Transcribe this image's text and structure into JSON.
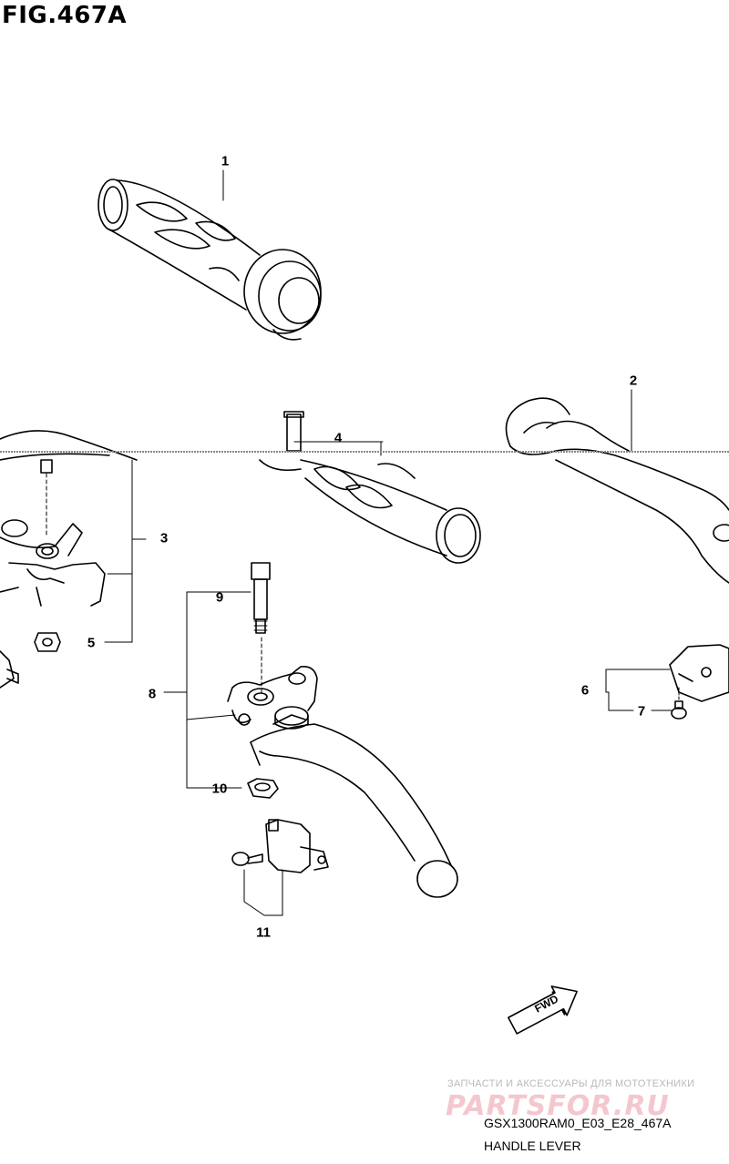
{
  "figure": {
    "title": "FIG.467A",
    "code": "GSX1300RAM0_E03_E28_467A",
    "name": "HANDLE LEVER"
  },
  "callouts": [
    "1",
    "2",
    "3",
    "4",
    "5",
    "6",
    "7",
    "8",
    "9",
    "10",
    "11"
  ],
  "direction_arrow_label": "FWD",
  "watermark": {
    "caption": "ЗАПЧАСТИ И АКСЕССУАРЫ ДЛЯ МОТОТЕХНИКИ",
    "logo": "PARTSFOR.RU"
  },
  "colors": {
    "line": "#000000",
    "background": "#ffffff",
    "watermark_logo": "#f4c7cf",
    "watermark_caption": "#b9b9b9"
  }
}
